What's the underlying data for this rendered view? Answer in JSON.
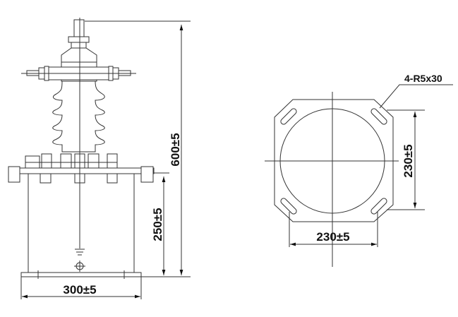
{
  "dimensions": {
    "total_height": "600±5",
    "base_height": "250±5",
    "base_width": "300±5",
    "mount_vertical": "230±5",
    "mount_horizontal": "230±5",
    "slot_spec": "4-R5x30"
  },
  "colors": {
    "line": "#333333",
    "background": "#ffffff"
  }
}
